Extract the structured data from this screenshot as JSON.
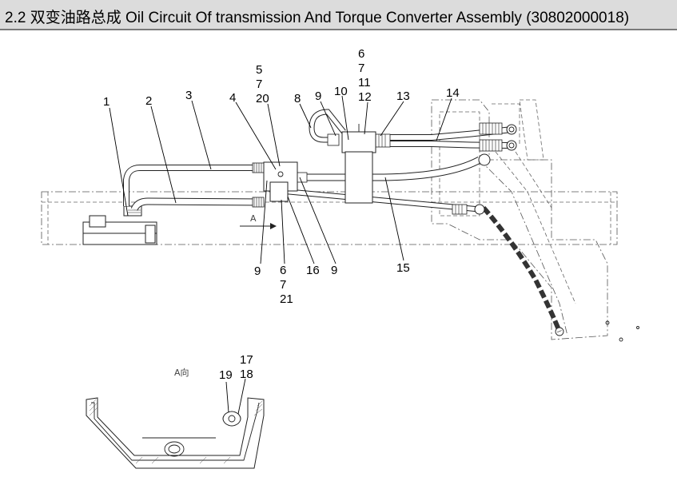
{
  "title": "2.2 双变油路总成  Oil Circuit Of transmission And Torque Converter Assembly (30802000018)",
  "view_marker": "A",
  "view_label": "A向",
  "callouts": {
    "c1": "1",
    "c2": "2",
    "c3": "3",
    "c4": "4",
    "c5": "5",
    "c7a": "7",
    "c20": "20",
    "c6a": "6",
    "c7b": "7",
    "c11": "11",
    "c12": "12",
    "c8": "8",
    "c9a": "9",
    "c10": "10",
    "c13": "13",
    "c14": "14",
    "c15": "15",
    "c9b": "9",
    "c6b": "6",
    "c7c": "7",
    "c21": "21",
    "c16": "16",
    "c9c": "9",
    "c17": "17",
    "c19": "19",
    "c18": "18"
  }
}
